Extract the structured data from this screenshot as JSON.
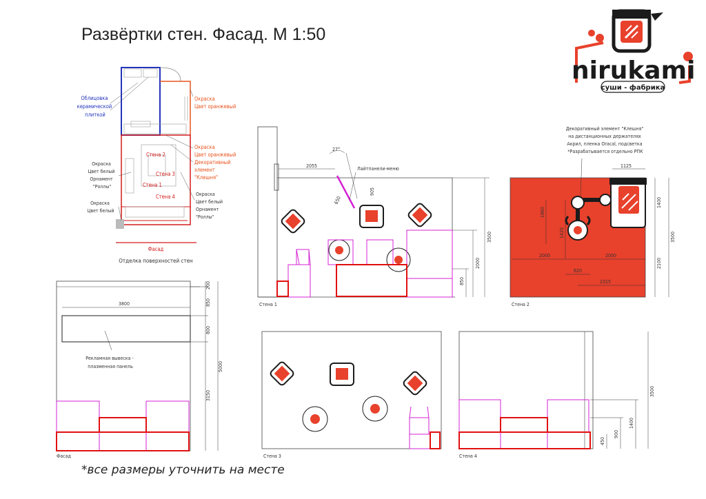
{
  "title": "Развёртки стен. Фасад. М 1:50",
  "footnote": "*все размеры уточнить на месте",
  "logo": {
    "brand": "nirukami",
    "tagline": "суши - фабрика",
    "colors": {
      "red": "#e8412c",
      "dark": "#1b1b1b"
    }
  },
  "plan": {
    "label_tile": [
      "Облицовка",
      "керамической",
      "плиткой"
    ],
    "label_orange": [
      "Окраска",
      "Цвет оранжевый"
    ],
    "label_orange_claw": [
      "Окраска",
      "Цвет оранжевый",
      "Декоративный",
      "элемент",
      "\"Клешня\""
    ],
    "label_white_rolls_left": [
      "Окраска",
      "Цвет белый",
      "Орнамент",
      "\"Роллы\""
    ],
    "label_white": [
      "Окраска",
      "Цвет белый"
    ],
    "label_white_rolls_right": [
      "Окраска",
      "Цвет белый",
      "Орнамент",
      "\"Роллы\""
    ],
    "wall2": "Стена 2",
    "wall3": "Стена 3",
    "wall1": "Стена 1",
    "wall4": "Стена 4",
    "facade": "Фасад",
    "caption": "Отделка поверхностей стен"
  },
  "wall1": {
    "label": "Стена 1",
    "menu_note": "Лайтпанели-меню",
    "dims": [
      "2055",
      "27°",
      "905",
      "650",
      "3500",
      "2000",
      "850"
    ]
  },
  "wall2": {
    "label": "Стена 2",
    "note": [
      "Декоративный элемент \"Клешня\"",
      "на дистанционных держателях",
      "Акрил, пленка Oracal, подсветка",
      "*Разрабатывается отдельно РПК"
    ],
    "dims": [
      "1125",
      "1400",
      "1860",
      "1420",
      "3500",
      "2100",
      "2000",
      "2000",
      "620",
      "2315"
    ]
  },
  "facade": {
    "label": "Фасад",
    "sign_note": [
      "Рекламная вывеска -",
      "плазменная панель"
    ],
    "dims": [
      "3800",
      "200",
      "850",
      "800",
      "5000",
      "3150"
    ]
  },
  "wall3": {
    "label": "Стена 3"
  },
  "wall4": {
    "label": "Стена 4",
    "dims": [
      "3500",
      "1400",
      "900",
      "450"
    ]
  }
}
